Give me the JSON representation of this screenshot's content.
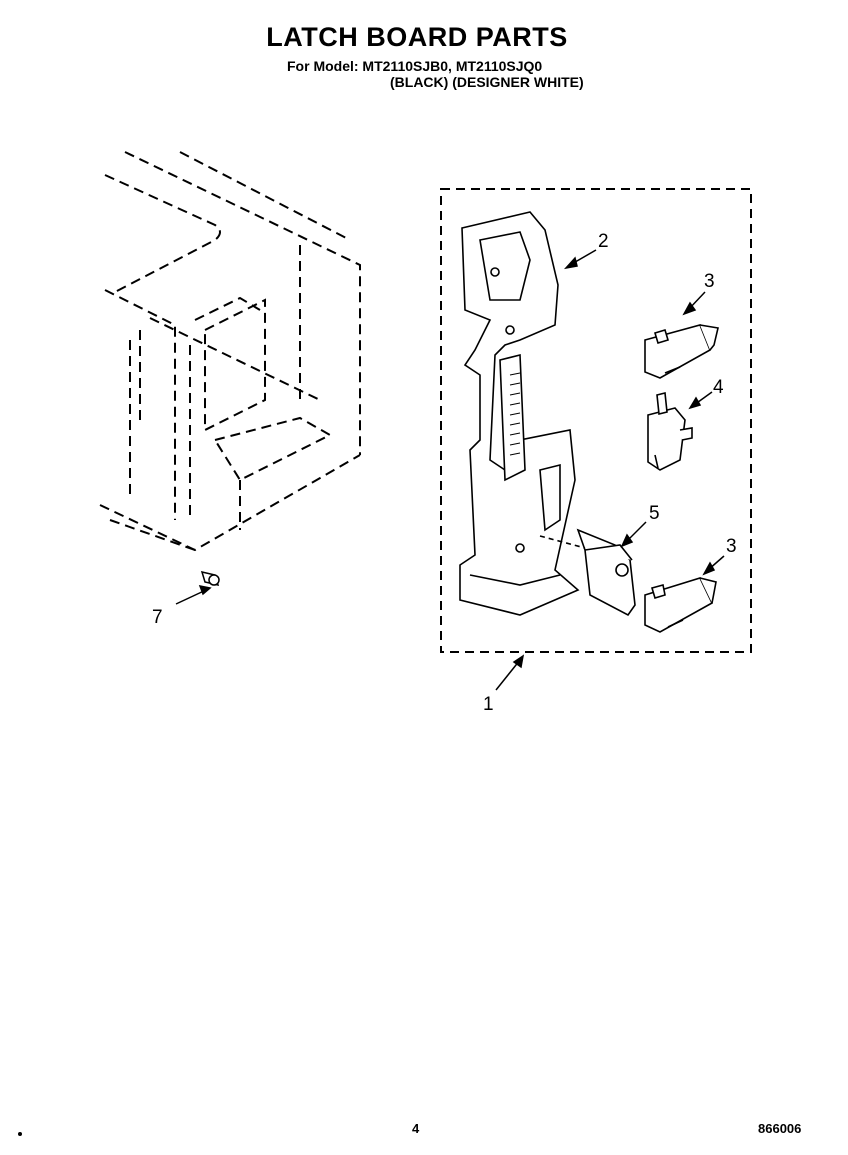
{
  "header": {
    "title": "LATCH BOARD PARTS",
    "model_line": "For Model: MT2110SJB0, MT2110SJQ0",
    "color_line": "(BLACK)  (DESIGNER WHITE)"
  },
  "callouts": {
    "c1": "1",
    "c2": "2",
    "c3a": "3",
    "c3b": "3",
    "c4": "4",
    "c5": "5",
    "c7": "7"
  },
  "footer": {
    "page_number": "4",
    "document_number": "866006"
  }
}
